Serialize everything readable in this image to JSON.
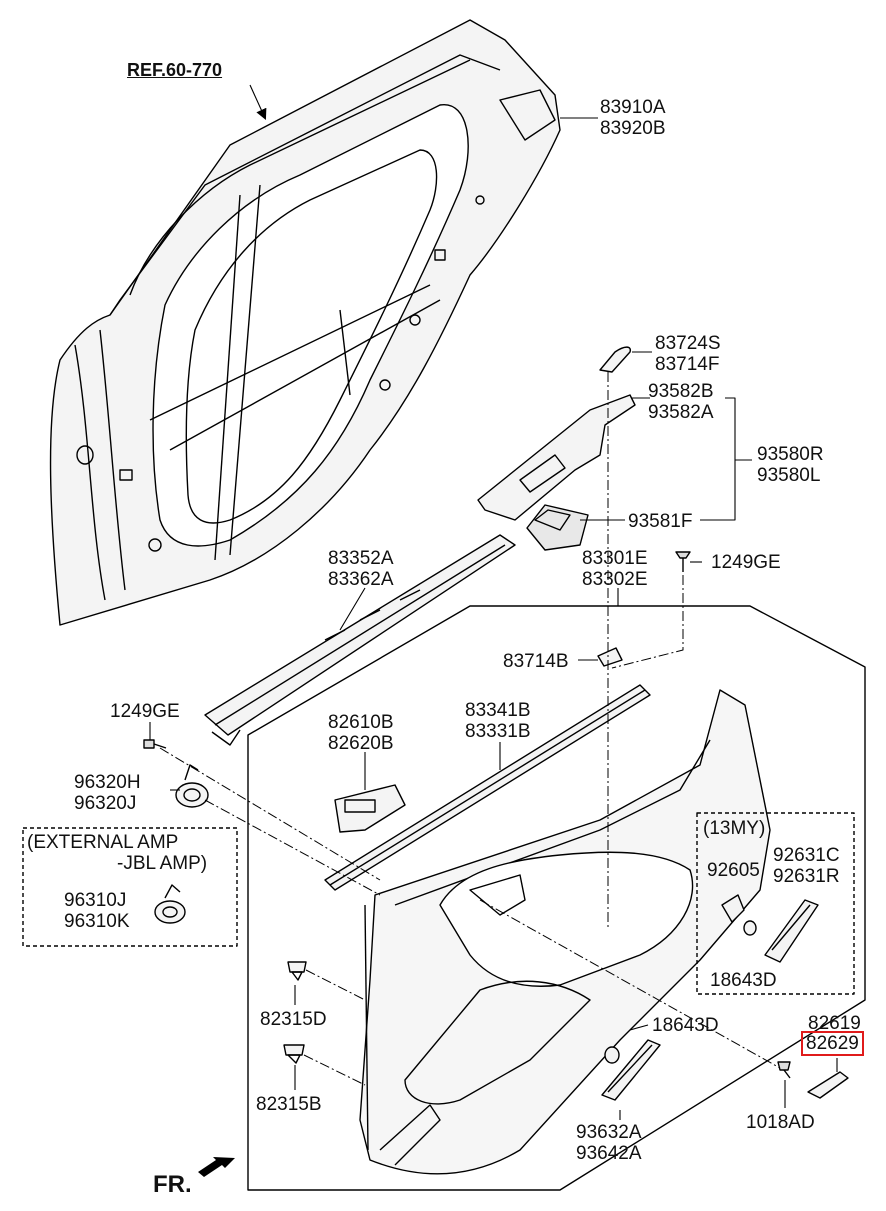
{
  "accent_color": "#e01b1b",
  "ref": "REF.60-770",
  "fr": "FR.",
  "labels": {
    "door_panel": [
      "83910A",
      "83920B"
    ],
    "switch_cover": [
      "83724S",
      "83714F"
    ],
    "switch_bezel": [
      "93582B",
      "93582A"
    ],
    "switch_assy": [
      "93580R",
      "93580L"
    ],
    "power_window_switch": "93581F",
    "weatherstrip": [
      "83352A",
      "83362A"
    ],
    "door_trim_group": [
      "83301E",
      "83302E"
    ],
    "screw_top": "1249GE",
    "clip_83714B": "83714B",
    "screw_left": "1249GE",
    "speaker": [
      "96320H",
      "96320J"
    ],
    "inside_handle": [
      "82610B",
      "82620B"
    ],
    "trim_strip": [
      "83341B",
      "83331B"
    ],
    "external_amp_note": [
      "(EXTERNAL AMP",
      "-JBL AMP)"
    ],
    "amp_speaker": [
      "96310J",
      "96310K"
    ],
    "my13_note": "(13MY)",
    "my13_clip": "92605",
    "my13_lamp": [
      "92631C",
      "92631R"
    ],
    "my13_bulb": "18643D",
    "clip_82315D": "82315D",
    "bulb_18643D": "18643D",
    "cover_top": "82619",
    "cover_highlighted": "82629",
    "clip_82315B": "82315B",
    "lamp_bottom": [
      "93632A",
      "93642A"
    ],
    "screw_1018AD": "1018AD"
  }
}
